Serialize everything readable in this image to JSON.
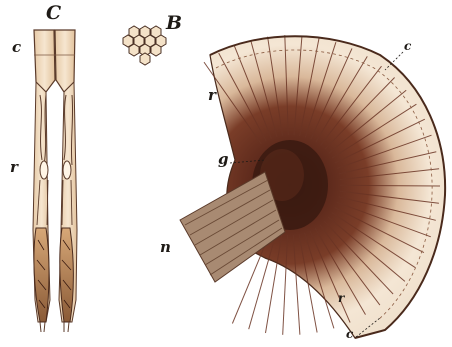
{
  "figure": {
    "labels": {
      "C_top": "C",
      "B_top": "B",
      "c_left": "c",
      "r_left": "r",
      "c_fan": "c",
      "r_fan_top": "r",
      "g_fan": "g",
      "n_fan": "n",
      "r_fan_bottom": "r",
      "c_fan_bottom": "c"
    }
  },
  "colors": {
    "paper": "#ffffff",
    "ink": "#1e1a16",
    "rod_fill": "#f0dcc0",
    "rod_outline": "#5a3a2a",
    "cone_tip": "#c89a6a",
    "fan_light": "#f4e6d4",
    "fan_dark": "#5e2a1c",
    "nerve": "#9a7a62"
  }
}
